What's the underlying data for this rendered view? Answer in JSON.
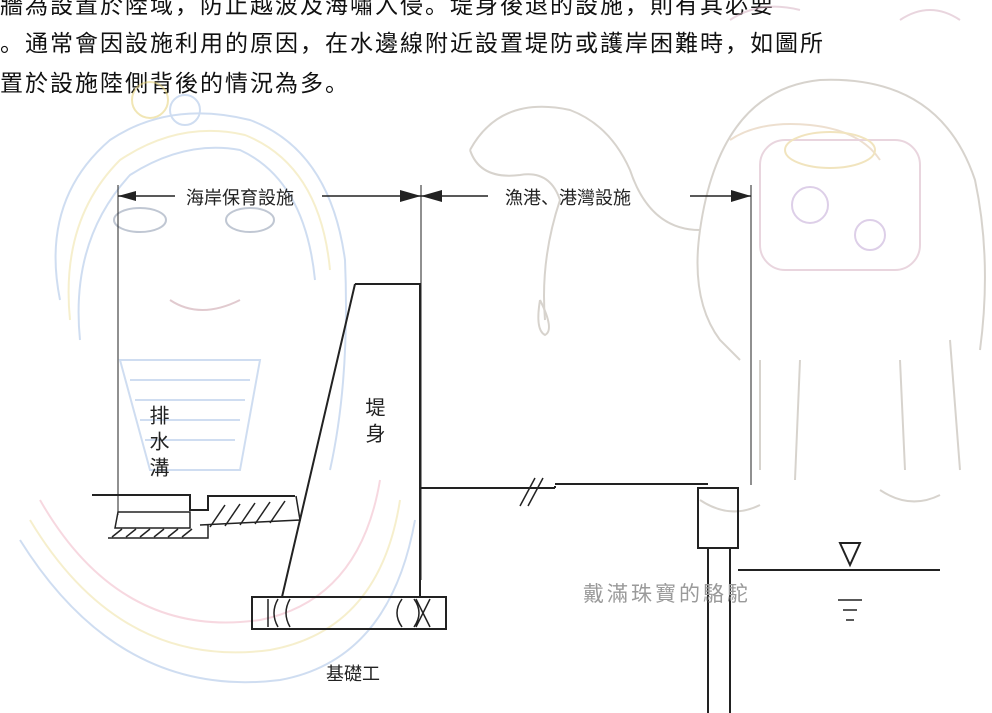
{
  "paragraph": {
    "line1": "牆為設置於陸域，防止越波及海嘯入侵。堤身後退的設施，則有其必要",
    "line2": "。通常會因設施利用的原因，在水邊線附近設置堤防或護岸困難時，如圖所",
    "line3": "置於設施陸側背後的情況為多。"
  },
  "diagram": {
    "coastal_protection_label": "海岸保育設施",
    "harbor_label": "漁港、港灣設施",
    "drainage_label": "排水溝",
    "embankment_label": "堤身",
    "foundation_label": "基礎工",
    "watermark": "戴滿珠寶的駱駝"
  },
  "colors": {
    "line": "#222222",
    "sketch_blue": "#a9c3e6",
    "sketch_yellow": "#f0e3a6",
    "sketch_pink": "#f1b9c8",
    "sketch_grey": "#b8b0a6"
  }
}
